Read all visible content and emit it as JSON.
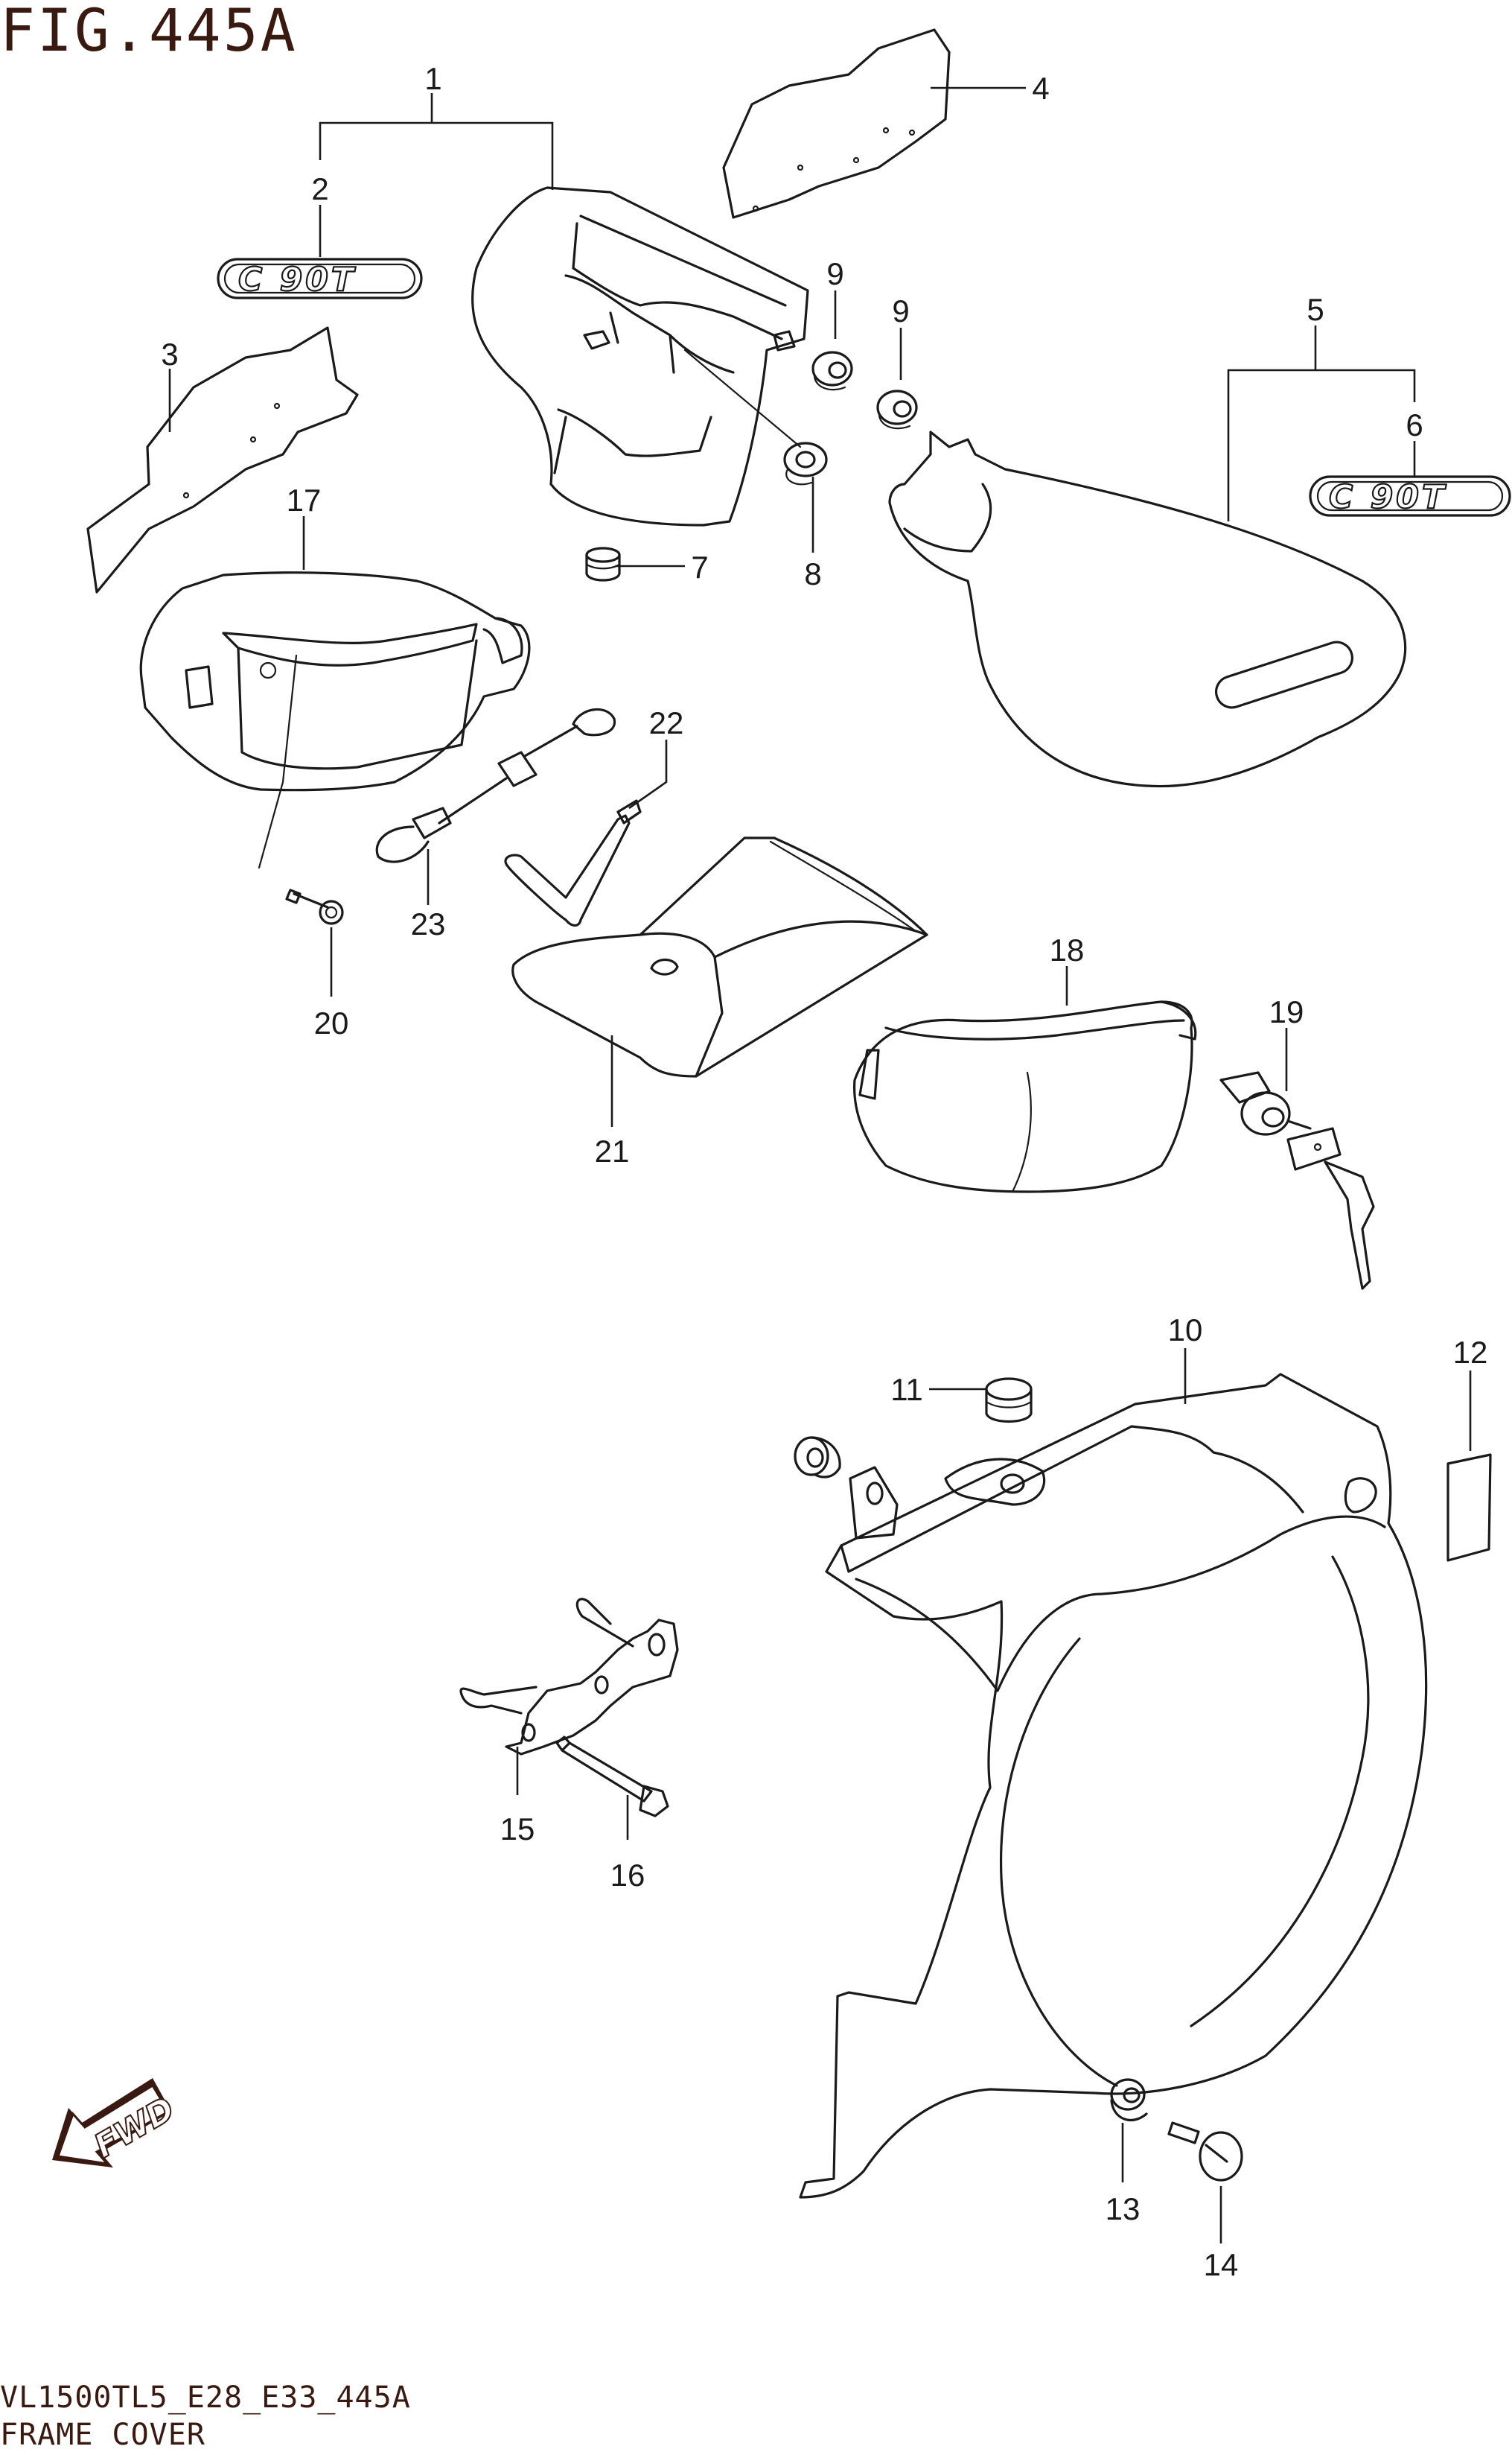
{
  "figure": {
    "title": "FIG.445A",
    "model_code": "VL1500TL5_E28_E33_445A",
    "caption": "FRAME COVER",
    "direction_badge": "FWD",
    "emblem_text": "C 90T"
  },
  "callouts": [
    "1",
    "2",
    "3",
    "4",
    "5",
    "6",
    "7",
    "8",
    "9",
    "9",
    "10",
    "11",
    "12",
    "13",
    "14",
    "15",
    "16",
    "17",
    "18",
    "19",
    "20",
    "21",
    "22",
    "23"
  ],
  "icons": [
    "fwd-arrow-icon",
    "key-icon",
    "lock-cylinder-icon",
    "bolt-icon"
  ],
  "colors": {
    "line": "#1a1a1a",
    "title_text": "#3a1a10",
    "background": "#ffffff"
  }
}
